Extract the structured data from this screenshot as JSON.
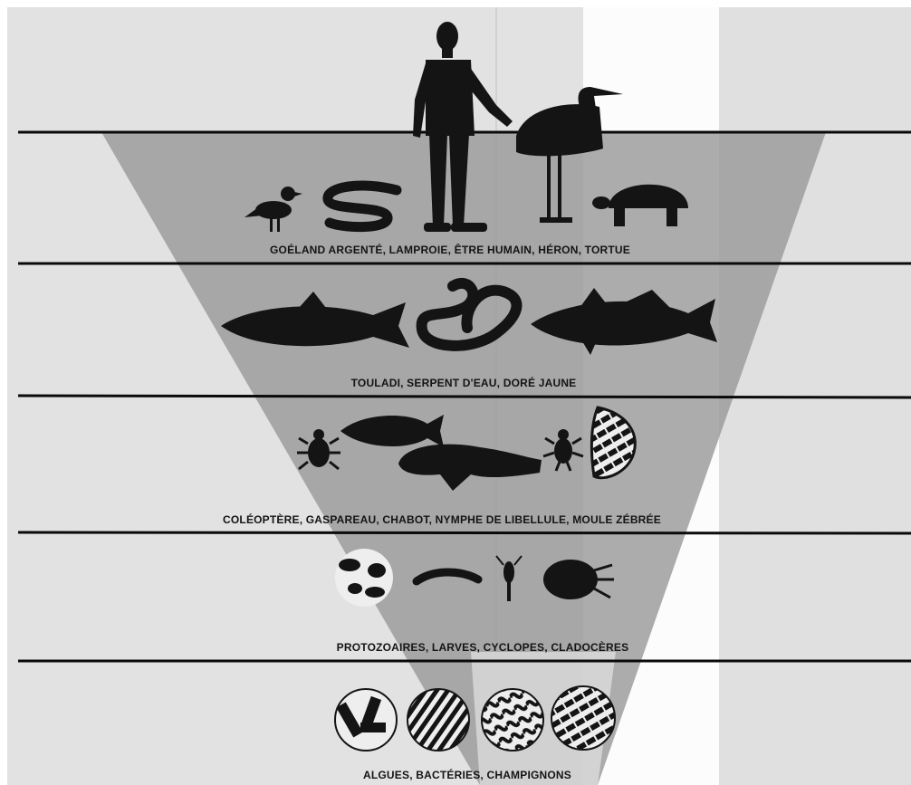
{
  "levels": [
    {
      "label": "GOÉLAND ARGENTÉ, LAMPROIE, ÊTRE HUMAIN, HÉRON, TORTUE"
    },
    {
      "label": "TOULADI, SERPENT D'EAU, DORÉ JAUNE"
    },
    {
      "label": "COLÉOPTÈRE, GASPAREAU, CHABOT, NYMPHE DE LIBELLULE, MOULE ZÉBRÉE"
    },
    {
      "label": "PROTOZOAIRES, LARVES, CYCLOPES, CLADOCÈRES"
    },
    {
      "label": "ALGUES, BACTÉRIES, CHAMPIGNONS"
    }
  ],
  "colors": {
    "background": "#e2e2e2",
    "light_band": "#fcfcfc",
    "pyramid": "#9a9a9a",
    "silhouette": "#141414",
    "line": "#0a0a0a"
  },
  "icons": [
    "gull-icon",
    "lamprey-icon",
    "human-icon",
    "heron-icon",
    "turtle-icon",
    "lake-trout-icon",
    "water-snake-icon",
    "walleye-icon",
    "beetle-icon",
    "alewife-icon",
    "sculpin-icon",
    "dragonfly-nymph-icon",
    "zebra-mussel-icon",
    "protozoa-icon",
    "larva-icon",
    "cyclops-icon",
    "cladoceran-icon",
    "algae-icon",
    "bacteria-icon",
    "fungi-icon"
  ]
}
